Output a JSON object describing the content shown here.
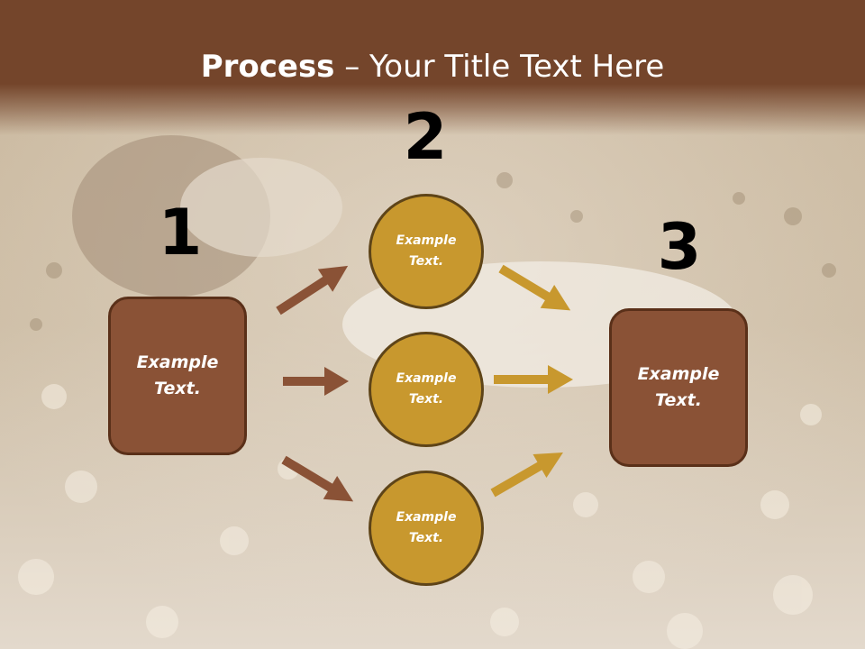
{
  "title": {
    "bold": "Process",
    "rest": " – Your Title Text Here"
  },
  "steps": {
    "one": "1",
    "two": "2",
    "three": "3"
  },
  "boxes": {
    "left": "Example\nText.",
    "right": "Example\nText."
  },
  "circles": [
    "Example\nText.",
    "Example\nText.",
    "Example\nText."
  ],
  "colors": {
    "header": "#74452b",
    "box_fill": "#8a5236",
    "circle_fill": "#c8982e",
    "left_arrow": "#8a5236",
    "right_arrow": "#c8982e"
  }
}
